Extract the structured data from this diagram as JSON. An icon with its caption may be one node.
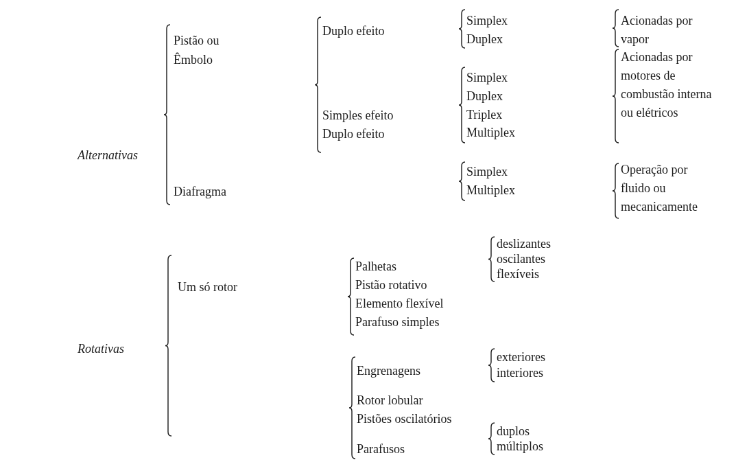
{
  "diagram": {
    "labels": [
      "Alternativas",
      "Pistão ou Êmbolo",
      "Duplo efeito",
      "Simplex",
      "Duplex",
      "Acionadas por vapor",
      "Simples efeito",
      "Duplo efeito",
      "Simplex",
      "Duplex",
      "Triplex",
      "Multiplex",
      "Acionadas por motores de combustão interna ou elétricos",
      "Diafragma",
      "Simplex",
      "Multiplex",
      "Operação por fluido ou mecanicamente",
      "Rotativas",
      "Um só rotor",
      "Palhetas",
      "Pistão rotativo",
      "Elemento flexível",
      "Parafuso simples",
      "deslizantes",
      "oscilantes",
      "flexíveis",
      "Engrenagens",
      "exteriores",
      "interiores",
      "Rotor lobular",
      "Pistões oscilatórios",
      "Parafusos",
      "duplos",
      "múltiplos"
    ]
  }
}
